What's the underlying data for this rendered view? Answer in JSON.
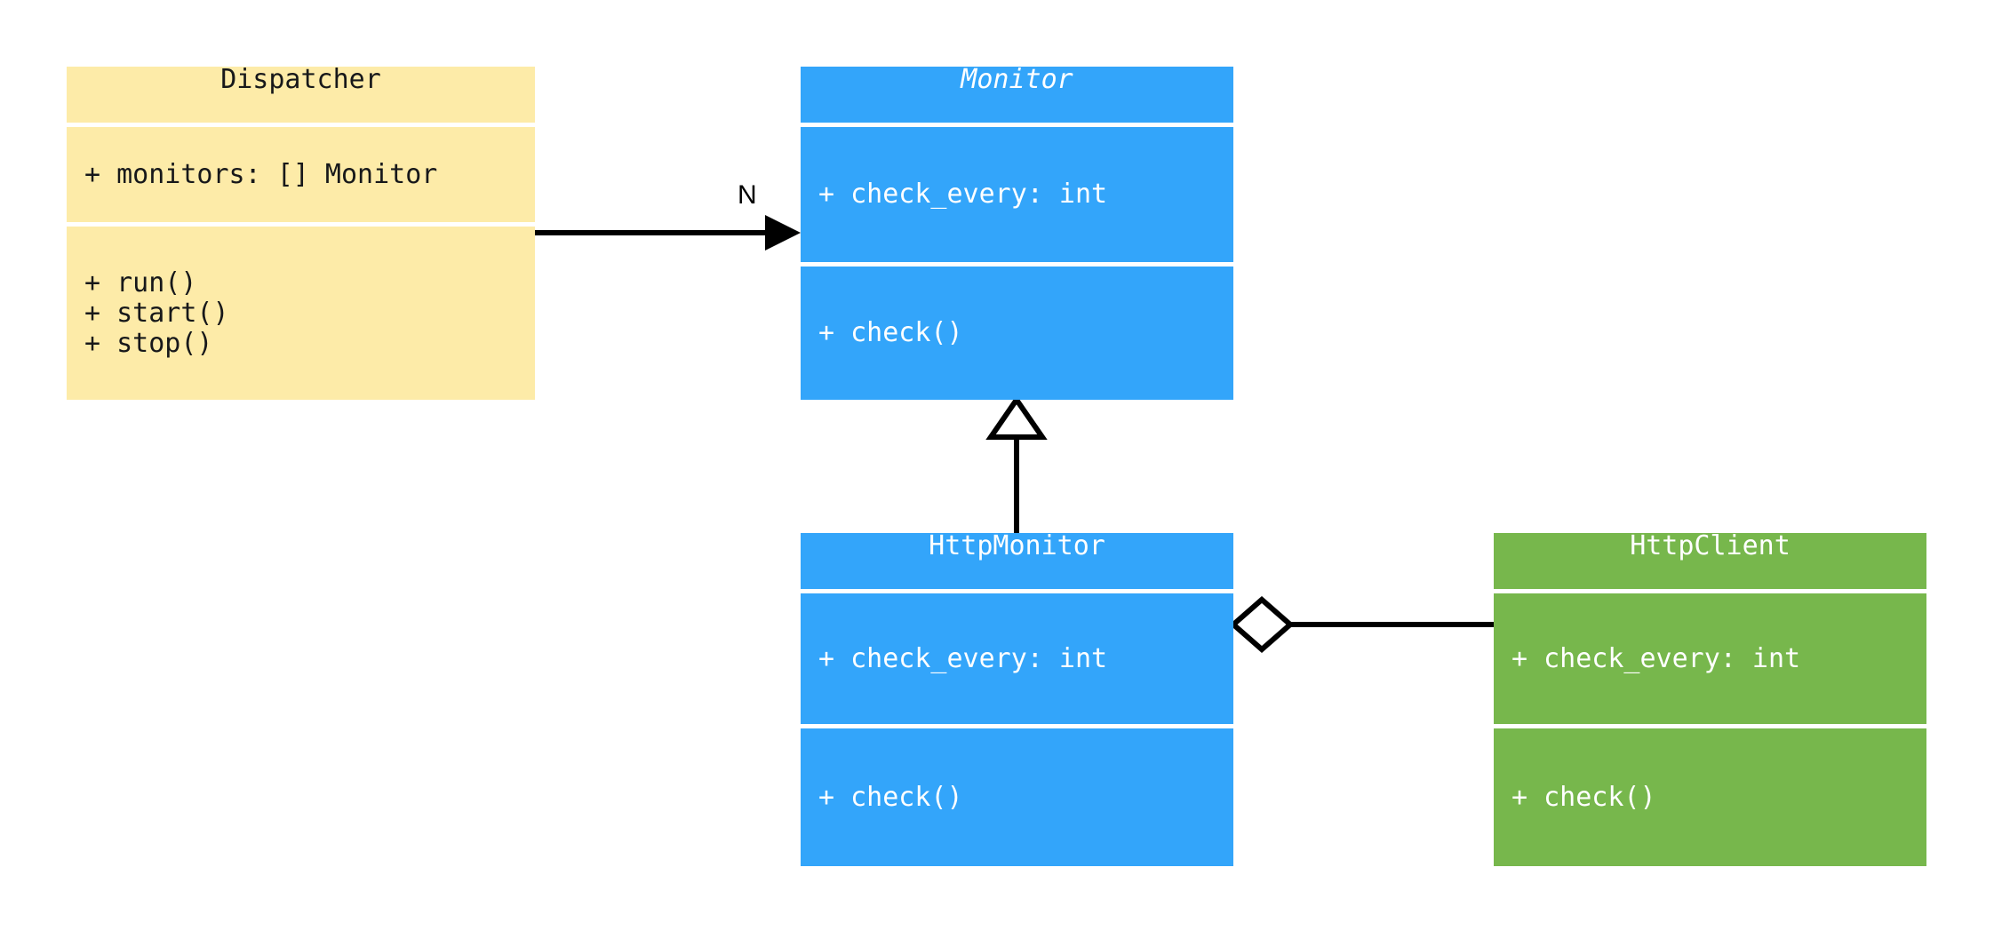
{
  "diagram": {
    "kind": "uml-class-diagram",
    "background": "#ffffff",
    "palette": {
      "yellow": "#fdeba8",
      "blue": "#33a5fa",
      "green": "#77b74c",
      "line": "#000000",
      "separator": "#ffffff",
      "dark_text": "#17181a",
      "light_text": "#ffffff"
    }
  },
  "classes": [
    {
      "id": "dispatcher",
      "name": "Dispatcher",
      "abstract": false,
      "color": "#fdeba8",
      "attributes": [
        "+ monitors: [] Monitor"
      ],
      "methods": [
        "+ run()",
        "+ start()",
        "+ stop()"
      ]
    },
    {
      "id": "monitor",
      "name": "Monitor",
      "abstract": true,
      "color": "#33a5fa",
      "attributes": [
        "+ check_every: int"
      ],
      "methods": [
        "+ check()"
      ]
    },
    {
      "id": "httpmonitor",
      "name": "HttpMonitor",
      "abstract": false,
      "color": "#33a5fa",
      "attributes": [
        "+ check_every: int"
      ],
      "methods": [
        "+ check()"
      ]
    },
    {
      "id": "httpclient",
      "name": "HttpClient",
      "abstract": false,
      "color": "#77b74c",
      "attributes": [
        "+ check_every: int"
      ],
      "methods": [
        "+ check()"
      ]
    }
  ],
  "relationships": [
    {
      "id": "dispatcher-to-monitor",
      "type": "association",
      "from": "dispatcher",
      "to": "monitor",
      "arrowhead": "filled-triangle",
      "label": "N"
    },
    {
      "id": "httpmonitor-inherits-monitor",
      "type": "generalization",
      "from": "httpmonitor",
      "to": "monitor",
      "arrowhead": "hollow-triangle",
      "label": ""
    },
    {
      "id": "httpmonitor-aggregates-httpclient",
      "type": "aggregation",
      "from": "httpmonitor",
      "to": "httpclient",
      "arrowhead": "hollow-diamond",
      "label": ""
    }
  ]
}
